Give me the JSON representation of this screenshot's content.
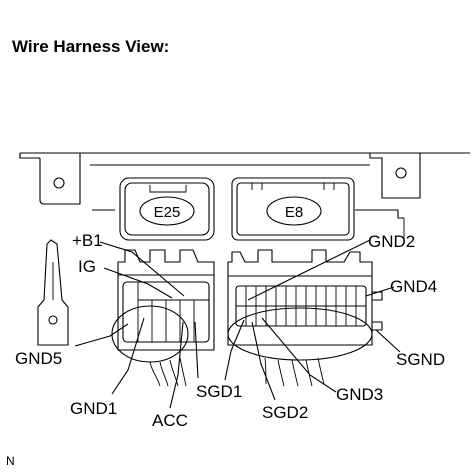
{
  "title": "Wire Harness View:",
  "connectors": {
    "left_id": "E25",
    "right_id": "E8"
  },
  "pins": {
    "b1": "+B1",
    "ig": "IG",
    "gnd5": "GND5",
    "gnd1": "GND1",
    "acc": "ACC",
    "sgd1": "SGD1",
    "sgd2": "SGD2",
    "gnd3": "GND3",
    "gnd2": "GND2",
    "gnd4": "GND4",
    "sgnd": "SGND"
  },
  "corner_mark": "N"
}
